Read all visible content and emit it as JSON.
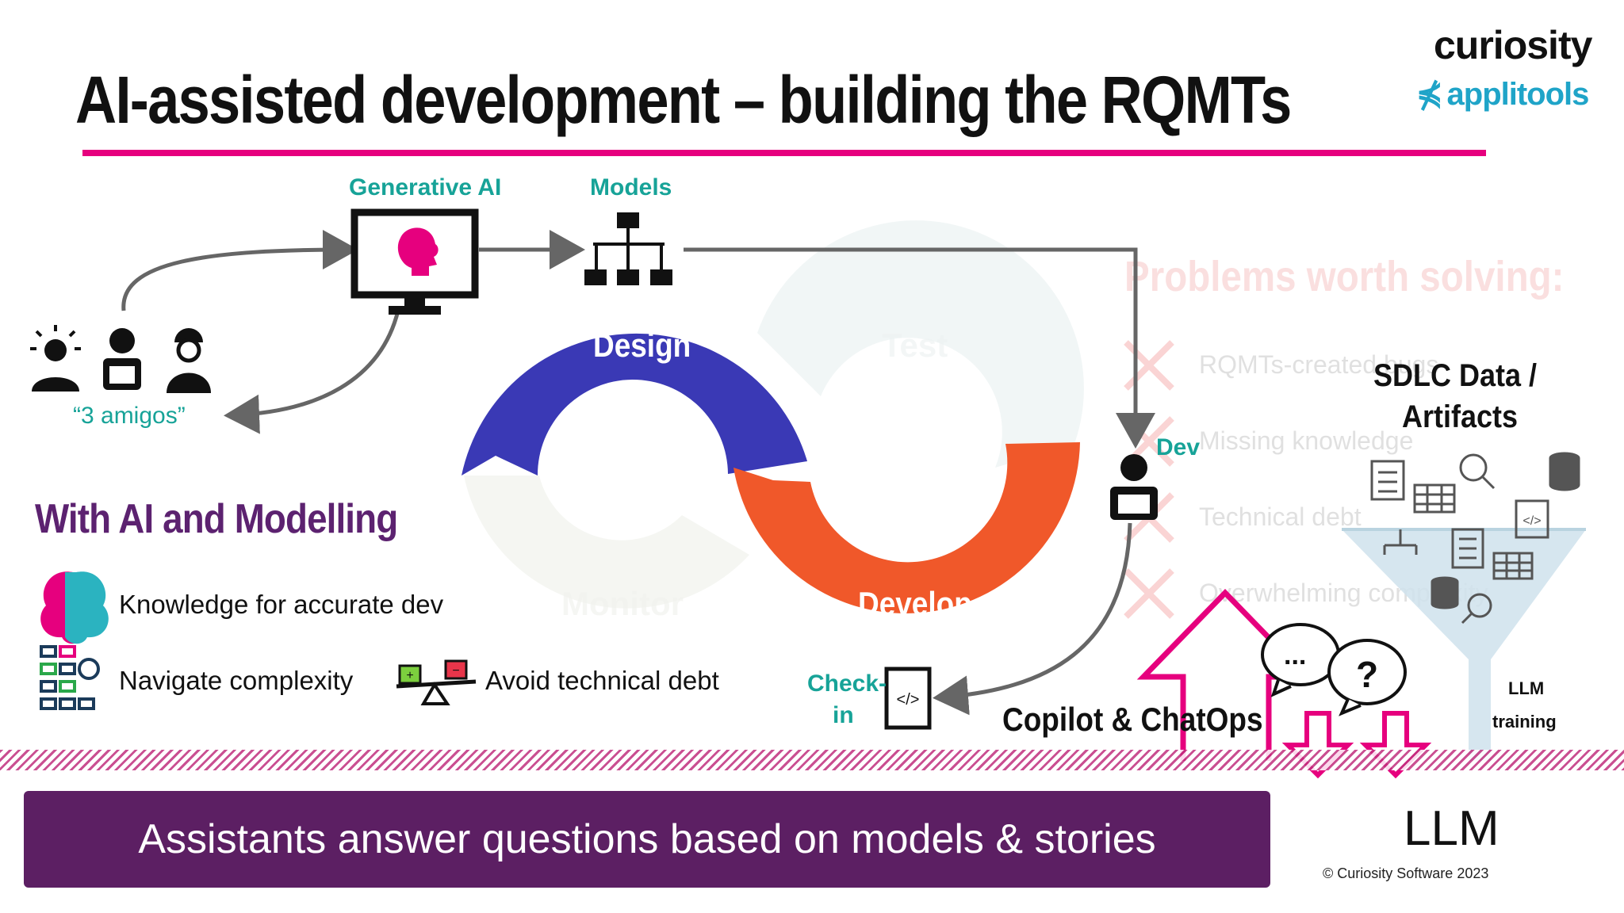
{
  "slide": {
    "title": "AI-assisted development – building the RQMTs",
    "logo_primary": "curiosity",
    "logo_secondary": "applitools",
    "labels": {
      "generative_ai": "Generative AI",
      "models": "Models",
      "amigos": "“3 amigos”",
      "dev": "Dev",
      "check": "Check-",
      "in": "in",
      "design": "Design",
      "test": "Test",
      "develop": "Develop",
      "monitor": "Monitor"
    },
    "section_heading": "With AI and Modelling",
    "features": [
      {
        "icon": "brain-icon",
        "text": "Knowledge for accurate dev"
      },
      {
        "icon": "network-icon",
        "text": "Navigate complexity"
      },
      {
        "icon": "balance-icon",
        "text": "Avoid technical debt"
      }
    ],
    "problems": {
      "title": "Problems worth solving:",
      "items": [
        "RQMTs-created bugs",
        "Missing knowledge",
        "Technical debt",
        "Overwhelming complexity"
      ]
    },
    "sdlc": {
      "line1": "SDLC Data /",
      "line2": "Artifacts"
    },
    "llm_training": {
      "line1": "LLM",
      "line2": "training"
    },
    "copilot": "Copilot & ChatOps",
    "bubbles": [
      "...",
      "?"
    ],
    "llm": "LLM",
    "banner": "Assistants answer questions based on models & stories",
    "copyright": "© Curiosity Software 2023",
    "colors": {
      "accent": "#e6007e",
      "teal": "#17a398",
      "design": "#3a39b5",
      "develop": "#f0582a",
      "banner": "#5c1f63"
    }
  }
}
